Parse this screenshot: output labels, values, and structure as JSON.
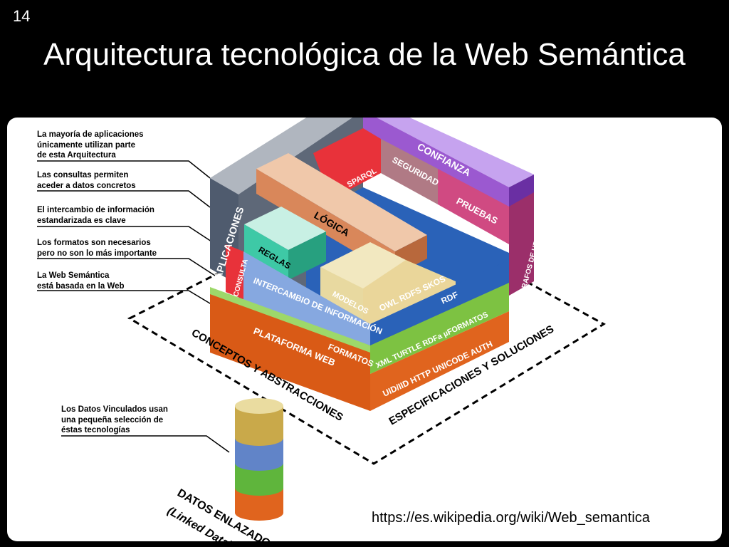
{
  "slide": {
    "number": "14",
    "title": "Arquitectura tecnológica de la Web Semántica",
    "source_url": "https://es.wikipedia.org/wiki/Web_semantica"
  },
  "notes": [
    "La mayoría de aplicaciones\núnicamente  utilizan parte\nde esta Arquitectura",
    "Las consultas permiten\naceder a datos concretos",
    "El intercambio de información\nestandarizada es clave",
    "Los formatos son necesarios\npero no son lo más importante",
    "La Web Semántica\nestá basada en la Web",
    "Los Datos Vinculados usan\nuna pequeña selección de\néstas tecnologías"
  ],
  "blocks": {
    "aplicaciones": "APLICACIONES",
    "consulta": "CONSULTA",
    "reglas": "REGLAS",
    "logica": "LÓGICA",
    "sparql": "SPARQL",
    "seguridad": "SEGURIDAD",
    "confianza": "CONFIANZA",
    "pruebas": "PRUEBAS",
    "grafos": "GRAFOS DE URIs",
    "intercambio": "INTERCAMBIO DE INFORMACIÓN",
    "modelos": "MODELOS",
    "owl_rdfs_skos": "OWL   RDFS   SKOS",
    "rdf": "RDF",
    "formatos_left": "FORMATOS",
    "formatos_right": "XML  TURTLE  RDFa  µFORMATOS",
    "plataforma": "PLATAFORMA WEB",
    "uri_http": "UID/IID   HTTP   UNICODE   AUTH"
  },
  "axis_labels": {
    "left": "CONCEPTOS Y ABSTRACCIONES",
    "right": "ESPECIFICACIONES Y SOLUCIONES"
  },
  "datos_enlazados": {
    "line1": "DATOS ENLAZADOS",
    "line2": "(Linked Data)"
  },
  "colors": {
    "platform_orange": "#d95a16",
    "format_green": "#7dc242",
    "rdf_blue": "#2a62b8",
    "intercambio_blue": "#86a8e0",
    "confianza_purple": "#9b59d0",
    "pruebas_pink": "#d04a82",
    "sparql_red": "#e8323a",
    "logica_tan": "#d9875a",
    "reglas_teal": "#3ec9a6",
    "modelos_beige": "#e8d9a0",
    "apps_slate": "#4f5b6e",
    "db_tan": "#c9a94a",
    "db_blue": "#6184c8",
    "db_green": "#5fb53c",
    "db_orange": "#e0641e"
  }
}
